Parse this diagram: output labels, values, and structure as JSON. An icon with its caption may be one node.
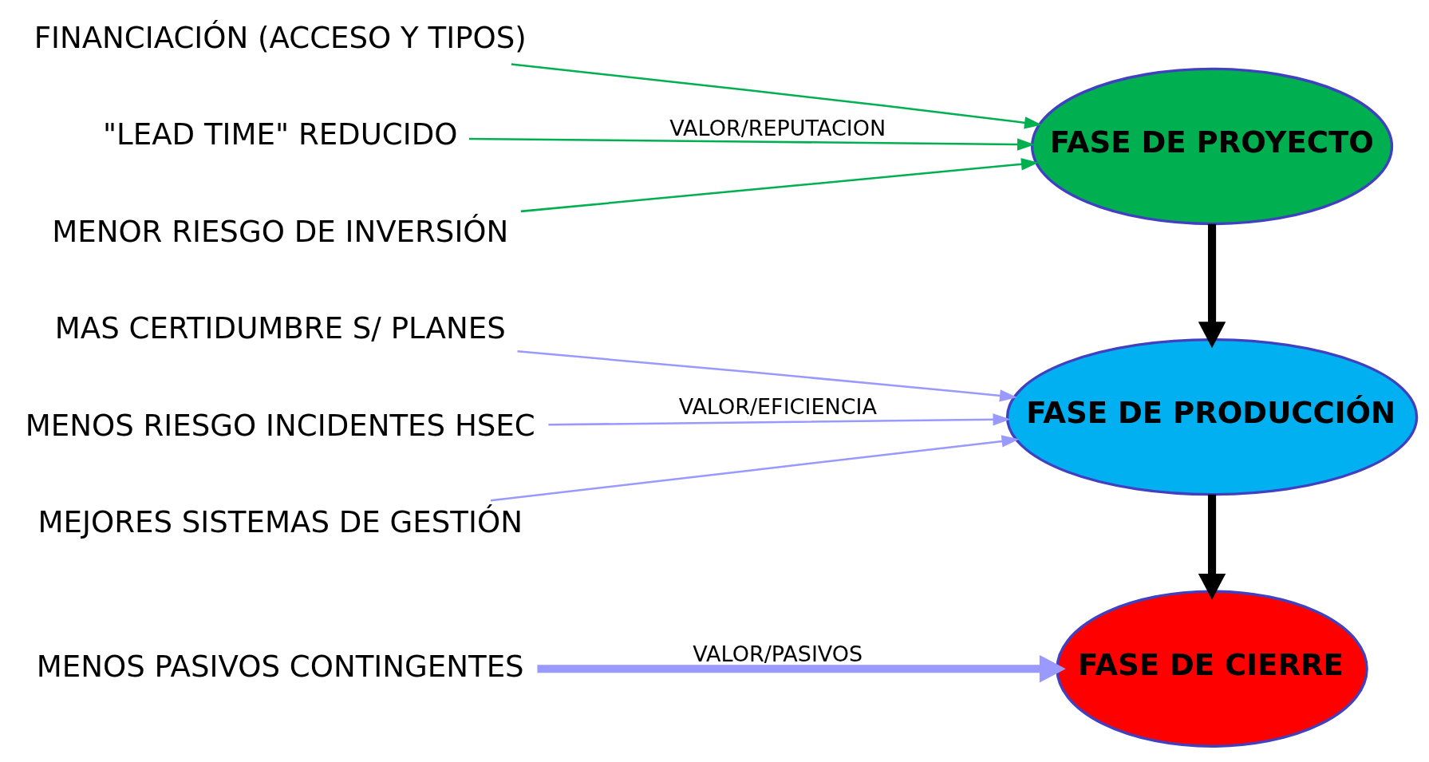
{
  "diagram": {
    "nodes": [
      {
        "text": [
          "FINANCIACIÓN (ACCESO Y TIPOS)"
        ]
      },
      {
        "text": [
          "\"LEAD TIME\" REDUCIDO"
        ]
      },
      {
        "text": [
          "MENOR RIESGO DE INVERSIÓN"
        ]
      },
      {
        "text": [
          "FASE DE PROYECTO"
        ]
      },
      {
        "text": [
          "MAS CERTIDUMBRE S/ PLANES"
        ]
      },
      {
        "text": [
          "MENOS RIESGO INCIDENTES HSEC"
        ]
      },
      {
        "text": [
          "MEJORES SISTEMAS DE GESTIÓN"
        ]
      },
      {
        "text": [
          "FASE DE PRODUCCIÓN"
        ]
      },
      {
        "text": [
          "MENOS PASIVOS CONTINGENTES"
        ]
      },
      {
        "text": [
          "FASE DE CIERRE"
        ]
      }
    ],
    "edges": [
      {
        "from": 0,
        "to": 3,
        "arrow": "to",
        "color": "#00b050"
      },
      {
        "from": 1,
        "to": 3,
        "arrow": "to",
        "label": "VALOR/REPUTACION",
        "color": "#00b050"
      },
      {
        "from": 2,
        "to": 3,
        "arrow": "to",
        "color": "#00b050"
      },
      {
        "from": 4,
        "to": 7,
        "arrow": "to"
      },
      {
        "from": 5,
        "to": 7,
        "arrow": "to",
        "label": "VALOR/EFICIENCIA"
      },
      {
        "from": 6,
        "to": 7,
        "arrow": "to"
      },
      {
        "from": 8,
        "to": 9,
        "arrow": "to",
        "label": "VALOR/PASIVOS",
        "style": "thick"
      },
      {
        "from": 3,
        "to": 7,
        "arrow": "to",
        "style": "thick",
        "color": "#000000"
      },
      {
        "from": 7,
        "to": 9,
        "arrow": "to",
        "style": "thick",
        "color": "#000000"
      }
    ]
  }
}
